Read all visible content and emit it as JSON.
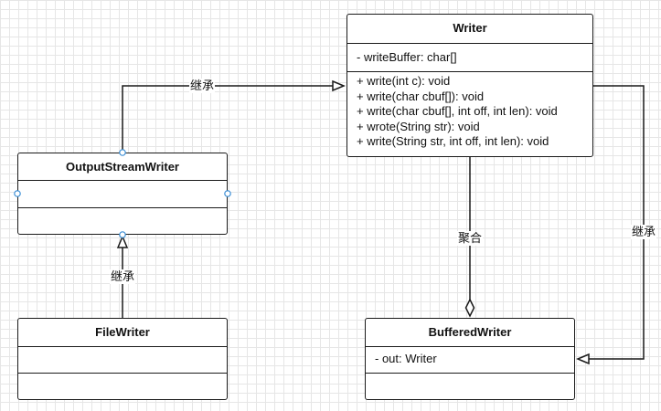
{
  "classes": {
    "writer": {
      "name": "Writer",
      "attributes": [
        "- writeBuffer: char[]"
      ],
      "methods": [
        "+ write(int c): void",
        "+ write(char cbuf[]): void",
        "+ write(char cbuf[], int off, int len): void",
        "+ wrote(String str): void",
        "+ write(String str, int off, int len): void"
      ]
    },
    "output_stream_writer": {
      "name": "OutputStreamWriter"
    },
    "file_writer": {
      "name": "FileWriter"
    },
    "buffered_writer": {
      "name": "BufferedWriter",
      "attributes": [
        "- out: Writer"
      ]
    }
  },
  "relations": {
    "osw_to_writer": {
      "label": "继承",
      "type": "inheritance"
    },
    "filewriter_to_osw": {
      "label": "继承",
      "type": "inheritance"
    },
    "writer_bufferedwriter": {
      "label": "聚合",
      "type": "aggregation"
    },
    "bufferedwriter_to_writer": {
      "label": "继承",
      "type": "inheritance"
    }
  },
  "colors": {
    "stroke": "#1a1a1a",
    "connection_point": "#3c8fd6",
    "grid": "#e6e6e6"
  }
}
